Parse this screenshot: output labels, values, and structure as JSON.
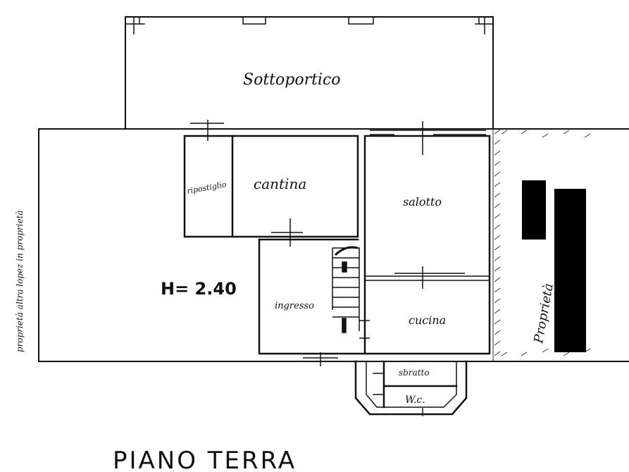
{
  "drawing": {
    "title": "PIANO TERRA",
    "height_label": "H= 2.40",
    "rooms": {
      "sottoportico": "Sottoportico",
      "ripostiglio": "ripostiglio",
      "cantina": "cantina",
      "salotto": "salotto",
      "ingresso": "ingresso",
      "cucina": "cucina",
      "sbratto": "sbratto",
      "wc": "W.c."
    },
    "left_side_note": "proprietà altra lopez in proprietà",
    "right_side_note": "Proprietà"
  }
}
